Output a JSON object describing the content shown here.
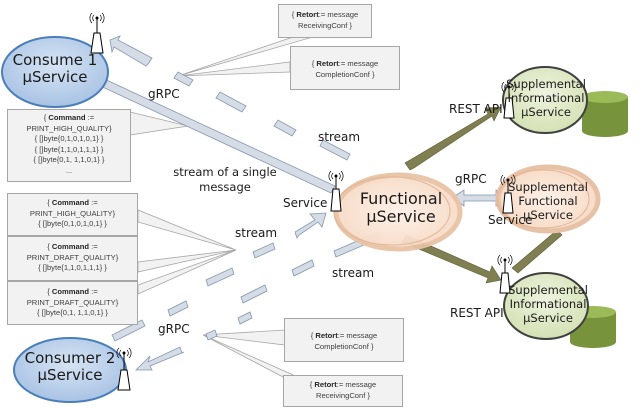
{
  "nodes": {
    "consumer1": {
      "line1": "Consume 1",
      "line2": "µService"
    },
    "consumer2": {
      "line1": "Consumer 2",
      "line2": "µService"
    },
    "functional": {
      "line1": "Functional",
      "line2": "µService"
    },
    "supp_info_top": {
      "line1": "Supplemental",
      "line2": "Informational",
      "line3": "µService"
    },
    "supp_functional": {
      "line1": "Supplemental",
      "line2": "Functional",
      "line3": "µService"
    },
    "supp_info_bottom": {
      "line1": "Supplemental",
      "line2": "Informational",
      "line3": "µService"
    }
  },
  "labels": {
    "grpc_top": "gRPC",
    "stream_top": "stream",
    "stream_single_1": "stream of a single",
    "stream_single_2": "message",
    "service_functional": "Service",
    "stream_mid": "stream",
    "stream_bottom": "stream",
    "grpc_bottom": "gRPC",
    "rest_api_top": "REST API",
    "grpc_right": "gRPC",
    "service_supp": "Service",
    "rest_api_bottom": "REST API"
  },
  "callouts": {
    "retort_top_receiving": {
      "keyword": "Retort",
      "prefix": "{ ",
      "op": ":= message",
      "line2": "ReceivingConf  }"
    },
    "retort_top_completion": {
      "keyword": "Retort",
      "prefix": "{ ",
      "op": ":= message",
      "line2": "CompletionConf  }"
    },
    "command_stream": {
      "prefix": "{ ",
      "keyword": "Command",
      "op": " :=",
      "lines": [
        "PRINT_HIGH_QUALITY}",
        "{ []byte{0,1,0,1,0,1} }",
        "{ []byte{1,1,0,1,1,1} }",
        "{ []byte{0,1, 1,1,0,1} }",
        "..."
      ]
    },
    "command_high": {
      "prefix": "{ ",
      "keyword": "Command",
      "op": " :=",
      "lines": [
        "PRINT_HIGH_QUALITY}",
        "{ []byte{0,1,0,1,0,1} }"
      ]
    },
    "command_draft_1": {
      "prefix": "{ ",
      "keyword": "Command",
      "op": " :=",
      "lines": [
        "PRINT_DRAFT_QUALITY}",
        "{ []byte{1,1,0,1,1,1} }"
      ]
    },
    "command_draft_2": {
      "prefix": "{ ",
      "keyword": "Command",
      "op": " :=",
      "lines": [
        "PRINT_DRAFT_QUALITY}",
        "{ []byte{0,1, 1,1,0,1} }"
      ]
    },
    "retort_bottom_completion": {
      "keyword": "Retort",
      "prefix": "{ ",
      "op": ":= message",
      "line2": "CompletionConf  }"
    },
    "retort_bottom_receiving": {
      "keyword": "Retort",
      "prefix": "{ ",
      "op": ":= message",
      "line2": "ReceivingConf  }"
    }
  },
  "colors": {
    "consumer_fill": "#b9cfe9",
    "consumer_stroke": "#4a7ebb",
    "functional_fill": "#fbe3d2",
    "functional_stroke": "#e6b99a",
    "supp_info_fill": "#e3eccc",
    "supp_info_stroke": "#404040",
    "database_fill": "#77933c",
    "arrow_grpc_fill": "#d5dce6",
    "arrow_grpc_stroke": "#8497b0",
    "arrow_rest_fill": "#7f7f52"
  }
}
